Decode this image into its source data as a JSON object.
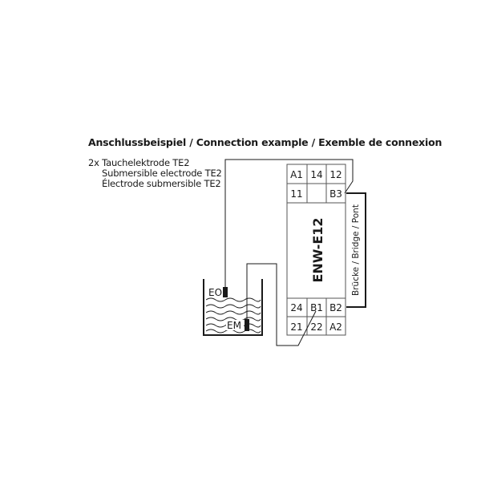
{
  "title": "Anschlussbeispiel / Connection example / Exemble de connexion",
  "electrode_label": {
    "line1": "2x Tauchelektrode TE2",
    "line2": "Submersible electrode TE2",
    "line3": "Électrode submersible TE2"
  },
  "device": {
    "name": "ENW-E12",
    "top_terminals": [
      [
        "A1",
        "14",
        "12"
      ],
      [
        "11",
        "",
        "B3"
      ]
    ],
    "bottom_terminals": [
      [
        "24",
        "B1",
        "B2"
      ],
      [
        "21",
        "22",
        "A2"
      ]
    ],
    "bridge_label": "Brücke / Bridge / Pont"
  },
  "tank": {
    "electrode_top": "EO",
    "electrode_bottom": "EM"
  },
  "colors": {
    "line": "#1a1a1a",
    "grid": "#555555"
  }
}
